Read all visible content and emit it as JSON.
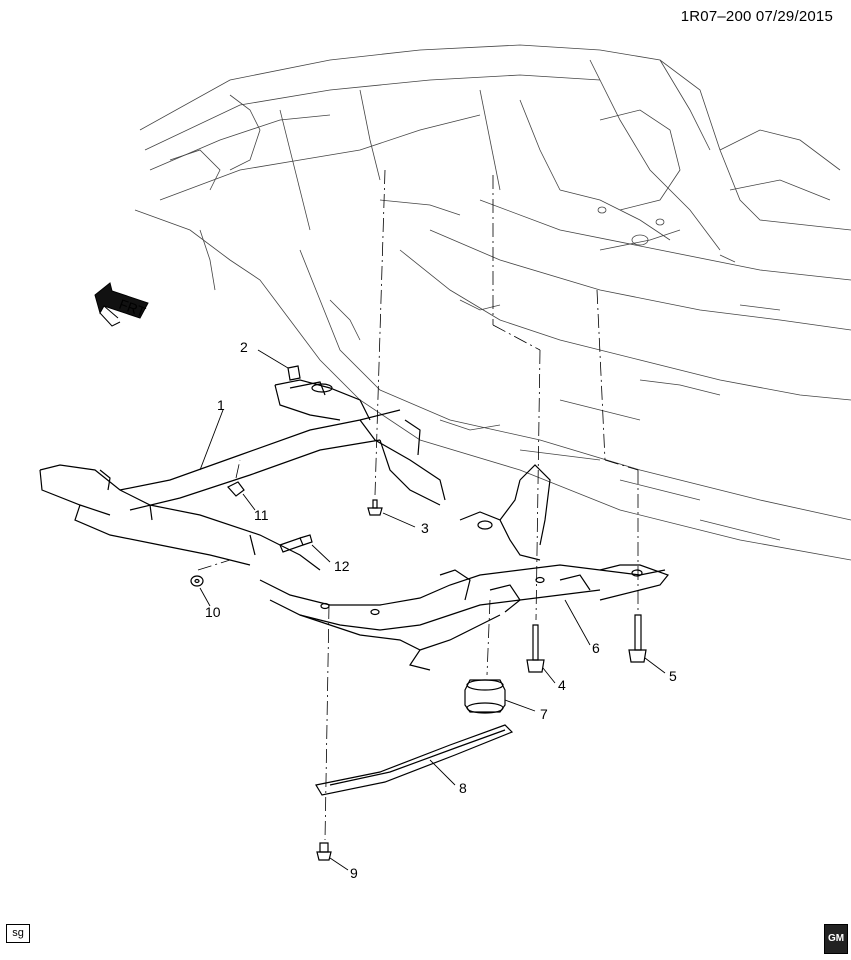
{
  "header": {
    "code": "1R07–200  07/29/2015"
  },
  "orientation": {
    "label": "FRT"
  },
  "callouts": [
    "1",
    "2",
    "3",
    "4",
    "5",
    "6",
    "7",
    "8",
    "9",
    "10",
    "11",
    "12"
  ],
  "footer": {
    "tag": "sg",
    "logo_text": "GM"
  }
}
